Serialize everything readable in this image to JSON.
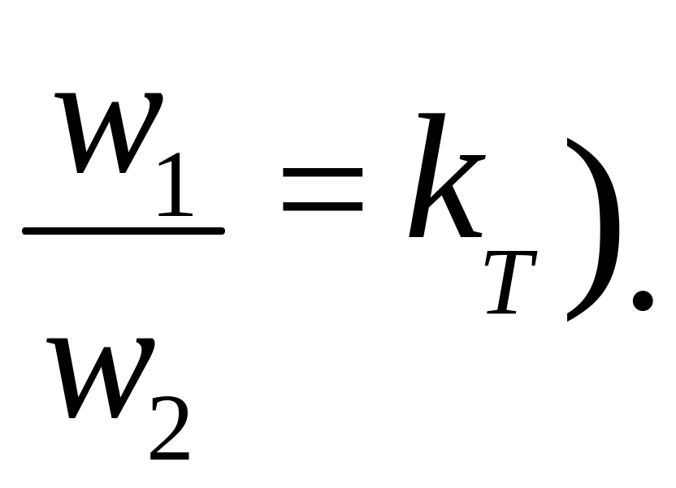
{
  "formula": {
    "numerator": {
      "variable": "w",
      "subscript": "1"
    },
    "denominator": {
      "variable": "w",
      "subscript": "2"
    },
    "equals": "=",
    "rhs": {
      "variable": "k",
      "subscript": "T"
    },
    "closing_paren": ")",
    "period": "."
  }
}
